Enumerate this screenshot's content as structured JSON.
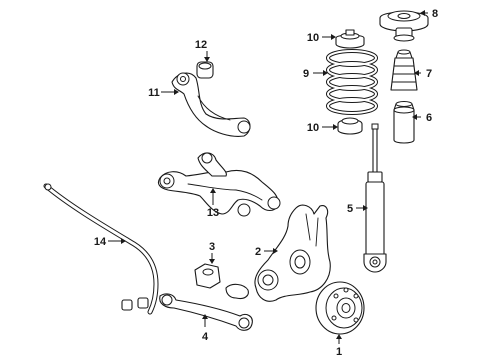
{
  "callouts": [
    {
      "num": "1"
    },
    {
      "num": "2"
    },
    {
      "num": "3"
    },
    {
      "num": "4"
    },
    {
      "num": "5"
    },
    {
      "num": "6"
    },
    {
      "num": "7"
    },
    {
      "num": "8"
    },
    {
      "num": "9"
    },
    {
      "num": "10"
    },
    {
      "num": "10"
    },
    {
      "num": "11"
    },
    {
      "num": "12"
    },
    {
      "num": "13"
    },
    {
      "num": "14"
    }
  ]
}
